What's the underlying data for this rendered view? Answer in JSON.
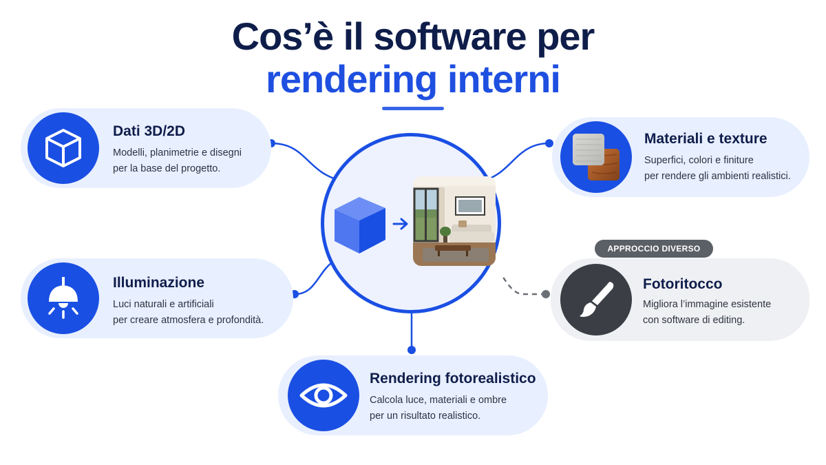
{
  "header": {
    "title_line1": "Cos’è il software per",
    "title_line2": "rendering interni"
  },
  "colors": {
    "primary_blue": "#1a4fe3",
    "dark_navy": "#0f1d4a",
    "card_blue": "#e8efff",
    "card_gray": "#eff0f3",
    "badge_gray": "#5b5f66"
  },
  "center": {
    "icons": [
      "cube-icon",
      "arrow-right-icon",
      "interior-render-thumbnail"
    ]
  },
  "cards": {
    "dati": {
      "title": "Dati 3D/2D",
      "desc_line1": "Modelli, planimetrie e disegni",
      "desc_line2": "per la base del progetto.",
      "icon": "cube-outline-icon"
    },
    "illuminazione": {
      "title": "Illuminazione",
      "desc_line1": "Luci naturali e artificiali",
      "desc_line2": "per creare atmosfera e profondità.",
      "icon": "ceiling-lamp-icon"
    },
    "rendering": {
      "title": "Rendering fotorealistico",
      "desc_line1": "Calcola luce, materiali e ombre",
      "desc_line2": "per un risultato realistico.",
      "icon": "eye-icon"
    },
    "materiali": {
      "title": "Materiali e texture",
      "desc_line1": "Superfici, colori e finiture",
      "desc_line2": "per rendere gli ambienti realistici.",
      "icon": "material-swatches-icon"
    },
    "fotoritocco": {
      "badge": "APPROCCIO DIVERSO",
      "title": "Fotoritocco",
      "desc_line1": "Migliora l’immagine esistente",
      "desc_line2": "con software di editing.",
      "icon": "paintbrush-icon"
    }
  }
}
